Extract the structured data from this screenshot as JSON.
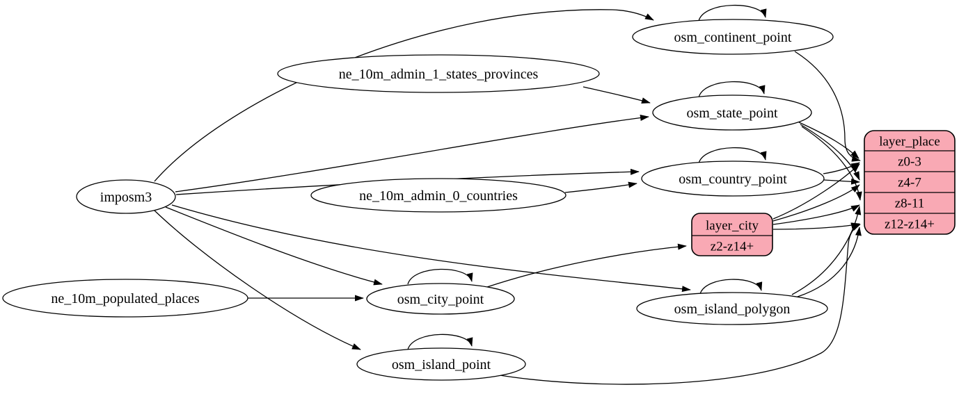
{
  "diagram": {
    "background": "#ffffff",
    "colors": {
      "node_fill": "#ffffff",
      "node_stroke": "#000000",
      "record_fill": "#f9a9b4",
      "edge_color": "#000000"
    },
    "nodes": [
      {
        "id": "imposm3",
        "label": "imposm3"
      },
      {
        "id": "ne_10m_populated_places",
        "label": "ne_10m_populated_places"
      },
      {
        "id": "ne_10m_admin_1_states_provinces",
        "label": "ne_10m_admin_1_states_provinces"
      },
      {
        "id": "ne_10m_admin_0_countries",
        "label": "ne_10m_admin_0_countries"
      },
      {
        "id": "osm_continent_point",
        "label": "osm_continent_point"
      },
      {
        "id": "osm_state_point",
        "label": "osm_state_point"
      },
      {
        "id": "osm_country_point",
        "label": "osm_country_point"
      },
      {
        "id": "osm_city_point",
        "label": "osm_city_point"
      },
      {
        "id": "osm_island_polygon",
        "label": "osm_island_polygon"
      },
      {
        "id": "osm_island_point",
        "label": "osm_island_point"
      }
    ],
    "records": [
      {
        "id": "layer_city",
        "title": "layer_city",
        "rows": [
          "z2-z14+"
        ]
      },
      {
        "id": "layer_place",
        "title": "layer_place",
        "rows": [
          "z0-3",
          "z4-7",
          "z8-11",
          "z12-z14+"
        ]
      }
    ],
    "edges": [
      {
        "from": "imposm3",
        "to": "osm_continent_point"
      },
      {
        "from": "imposm3",
        "to": "osm_state_point"
      },
      {
        "from": "imposm3",
        "to": "osm_country_point"
      },
      {
        "from": "imposm3",
        "to": "osm_city_point"
      },
      {
        "from": "imposm3",
        "to": "osm_island_polygon"
      },
      {
        "from": "imposm3",
        "to": "osm_island_point"
      },
      {
        "from": "ne_10m_admin_1_states_provinces",
        "to": "osm_state_point"
      },
      {
        "from": "ne_10m_admin_0_countries",
        "to": "osm_country_point"
      },
      {
        "from": "ne_10m_populated_places",
        "to": "osm_city_point"
      },
      {
        "from": "osm_continent_point",
        "to": "osm_continent_point"
      },
      {
        "from": "osm_state_point",
        "to": "osm_state_point"
      },
      {
        "from": "osm_country_point",
        "to": "osm_country_point"
      },
      {
        "from": "osm_city_point",
        "to": "osm_city_point"
      },
      {
        "from": "osm_island_polygon",
        "to": "osm_island_polygon"
      },
      {
        "from": "osm_island_point",
        "to": "osm_island_point"
      },
      {
        "from": "osm_city_point",
        "to": "layer_city",
        "row": "z2-z14+"
      },
      {
        "from": "osm_continent_point",
        "to": "layer_place",
        "row": "z0-3"
      },
      {
        "from": "osm_country_point",
        "to": "layer_place",
        "row": "z0-3"
      },
      {
        "from": "osm_state_point",
        "to": "layer_place",
        "row": "z0-3"
      },
      {
        "from": "layer_city",
        "to": "layer_place",
        "row": "z0-3"
      },
      {
        "from": "osm_country_point",
        "to": "layer_place",
        "row": "z4-7"
      },
      {
        "from": "osm_state_point",
        "to": "layer_place",
        "row": "z4-7"
      },
      {
        "from": "layer_city",
        "to": "layer_place",
        "row": "z4-7"
      },
      {
        "from": "osm_state_point",
        "to": "layer_place",
        "row": "z8-11"
      },
      {
        "from": "layer_city",
        "to": "layer_place",
        "row": "z8-11"
      },
      {
        "from": "osm_island_polygon",
        "to": "layer_place",
        "row": "z8-11"
      },
      {
        "from": "layer_city",
        "to": "layer_place",
        "row": "z12-z14+"
      },
      {
        "from": "osm_island_polygon",
        "to": "layer_place",
        "row": "z12-z14+"
      },
      {
        "from": "osm_island_point",
        "to": "layer_place",
        "row": "z12-z14+"
      }
    ]
  }
}
